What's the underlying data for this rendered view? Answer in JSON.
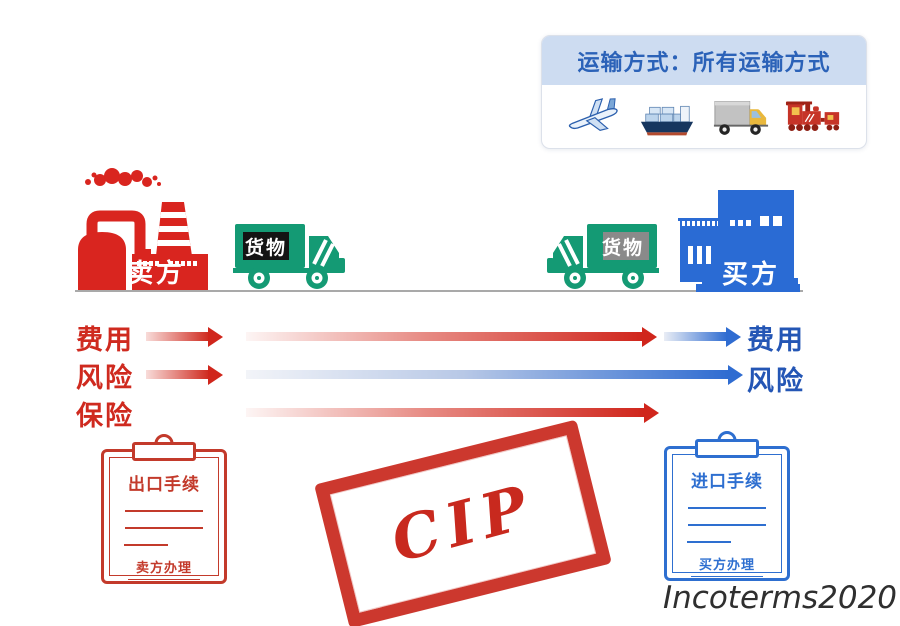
{
  "colors": {
    "seller_red": "#d9251f",
    "carrier_green": "#149a74",
    "buyer_blue": "#2a6bd4",
    "flow_red": "#cf2a1f",
    "flow_blue": "#2456b5",
    "stamp_red": "#c8291e",
    "transport_header_bg": "#cddcf1",
    "transport_header_text": "#2b62b8"
  },
  "transport_box": {
    "title": "运输方式：所有运输方式",
    "icons": [
      "airplane-icon",
      "ship-icon",
      "truck-icon",
      "train-icon"
    ]
  },
  "seller": {
    "label": "卖方"
  },
  "buyer": {
    "label": "买方"
  },
  "trucks": [
    {
      "cargo_label": "货物"
    },
    {
      "cargo_label": "货物"
    }
  ],
  "flows": {
    "rows": [
      {
        "left_label": "费用",
        "right_label": "费用"
      },
      {
        "left_label": "风险",
        "right_label": "风险"
      },
      {
        "left_label": "保险",
        "right_label": ""
      }
    ]
  },
  "export_clipboard": {
    "title": "出口手续",
    "handler": "卖方办理"
  },
  "import_clipboard": {
    "title": "进口手续",
    "handler": "买方办理"
  },
  "stamp": {
    "text": "CIP"
  },
  "footer": {
    "brand": "Incoterms2020"
  }
}
